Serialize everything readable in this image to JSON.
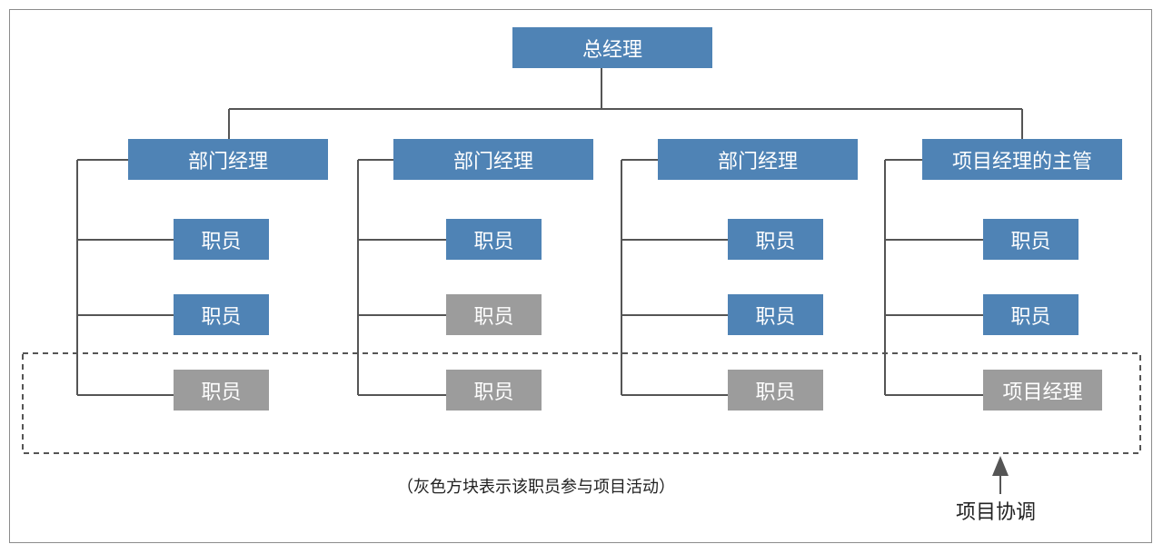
{
  "top": {
    "label": "总经理"
  },
  "branches": [
    {
      "head": "部门经理",
      "members": [
        {
          "label": "职员",
          "kind": "blue"
        },
        {
          "label": "职员",
          "kind": "blue"
        },
        {
          "label": "职员",
          "kind": "gray"
        }
      ]
    },
    {
      "head": "部门经理",
      "members": [
        {
          "label": "职员",
          "kind": "blue"
        },
        {
          "label": "职员",
          "kind": "gray"
        },
        {
          "label": "职员",
          "kind": "gray"
        }
      ]
    },
    {
      "head": "部门经理",
      "members": [
        {
          "label": "职员",
          "kind": "blue"
        },
        {
          "label": "职员",
          "kind": "blue"
        },
        {
          "label": "职员",
          "kind": "gray"
        }
      ]
    },
    {
      "head": "项目经理的主管",
      "members": [
        {
          "label": "职员",
          "kind": "blue"
        },
        {
          "label": "职员",
          "kind": "blue"
        },
        {
          "label": "项目经理",
          "kind": "gray"
        }
      ]
    }
  ],
  "note": "（灰色方块表示该职员参与项目活动）",
  "coordination_label": "项目协调",
  "colors": {
    "blue": "#4f83b5",
    "gray": "#9c9c9c",
    "line": "#555555"
  }
}
